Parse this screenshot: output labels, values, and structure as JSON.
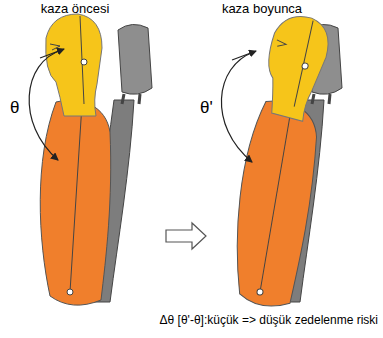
{
  "diagram": {
    "caption": "Δθ [θ'-θ]:küçük => düşük zedelenme riski",
    "labels": [
      "kaza öncesi",
      "kaza boyunca",
      "θ",
      "θ'"
    ]
  }
}
